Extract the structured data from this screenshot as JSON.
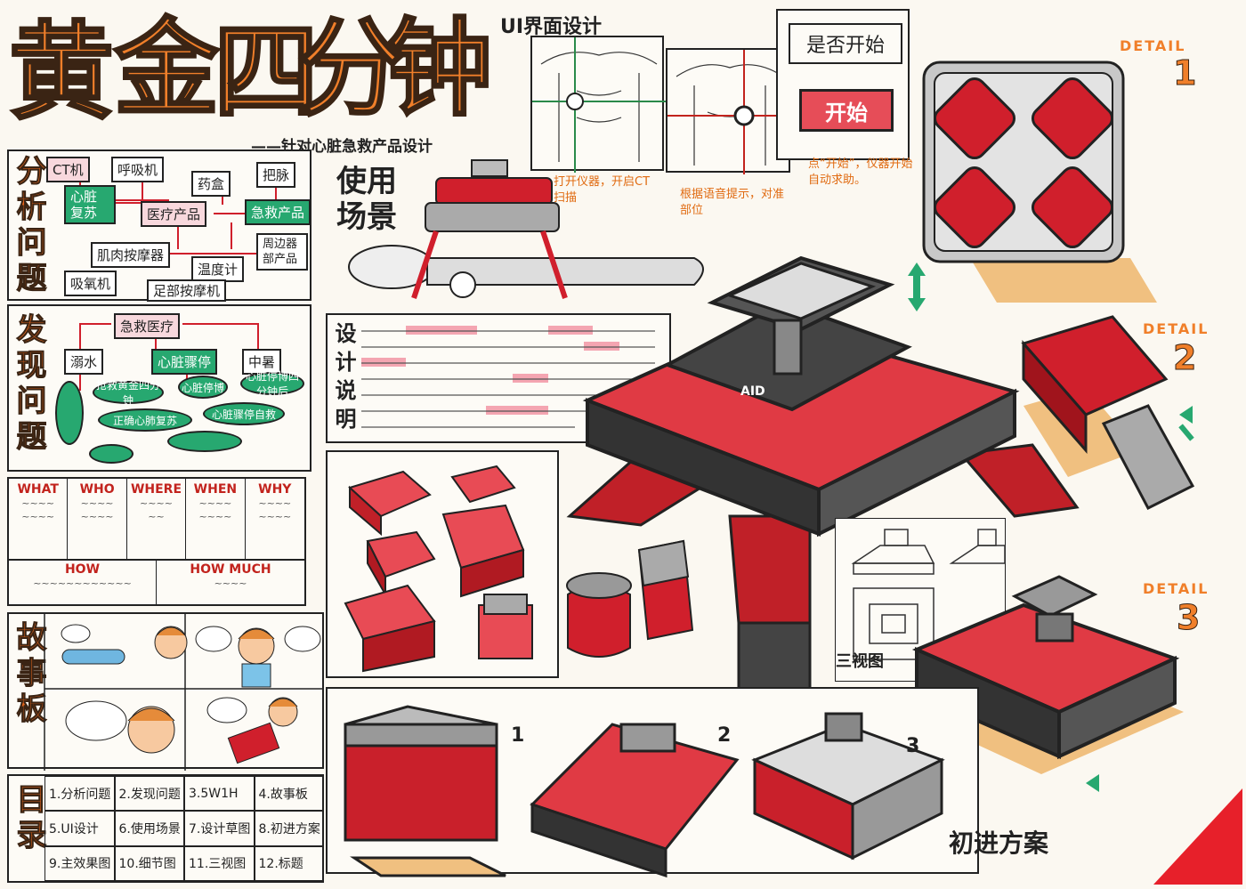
{
  "title": {
    "chars": [
      "黄",
      "金",
      "四",
      "分",
      "钟"
    ],
    "subtitle": "——针对心脏急救产品设计"
  },
  "colors": {
    "accent_orange": "#f07f2a",
    "product_red": "#d01f2c",
    "green": "#27a870",
    "pink": "#f8d8dd"
  },
  "analysis": {
    "label": "分析问题",
    "items": [
      "CT机",
      "呼吸机",
      "心脏复苏",
      "医疗产品",
      "药盒",
      "把脉",
      "急救产品",
      "肌肉按摩器",
      "温度计",
      "周边器部产品",
      "吸氧机",
      "足部按摩机"
    ]
  },
  "discover": {
    "label": "发现问题",
    "center": "急救医疗",
    "branches": [
      "溺水",
      "心脏骤停",
      "中暑"
    ],
    "ovals": [
      "抢救黄金四分钟",
      "心脏停博",
      "心脏停博四分钟后",
      "正确心肺复苏",
      "心脏骤停自救"
    ]
  },
  "w5": {
    "headers": [
      "WHAT",
      "WHO",
      "WHERE",
      "WHEN",
      "WHY"
    ],
    "how_headers": [
      "HOW",
      "HOW MUCH"
    ]
  },
  "story": {
    "label": "故事板"
  },
  "toc": {
    "label": "目录",
    "items": [
      "1.分析问题",
      "2.发现问题",
      "3.5W1H",
      "4.故事板",
      "5.UI设计",
      "6.使用场景",
      "7.设计草图",
      "8.初进方案",
      "9.主效果图",
      "10.细节图",
      "11.三视图",
      "12.标题"
    ]
  },
  "ui": {
    "title": "UI界面设计",
    "prompt": "是否开始",
    "start_button": "开始",
    "note1": "打开仪器，开启CT扫描",
    "note2": "根据语音提示，对准部位",
    "note3": "点“开始”，仪器开始自动求助。"
  },
  "usage": {
    "title": "使用场景"
  },
  "design_text": {
    "label": "设计说明"
  },
  "product": {
    "logo": "AID"
  },
  "details": [
    {
      "label": "DETAIL",
      "num": "1"
    },
    {
      "label": "DETAIL",
      "num": "2"
    },
    {
      "label": "DETAIL",
      "num": "3"
    }
  ],
  "threeview": {
    "label": "三视图"
  },
  "prelim": {
    "label": "初进方案",
    "nums": [
      "1",
      "2",
      "3"
    ]
  }
}
